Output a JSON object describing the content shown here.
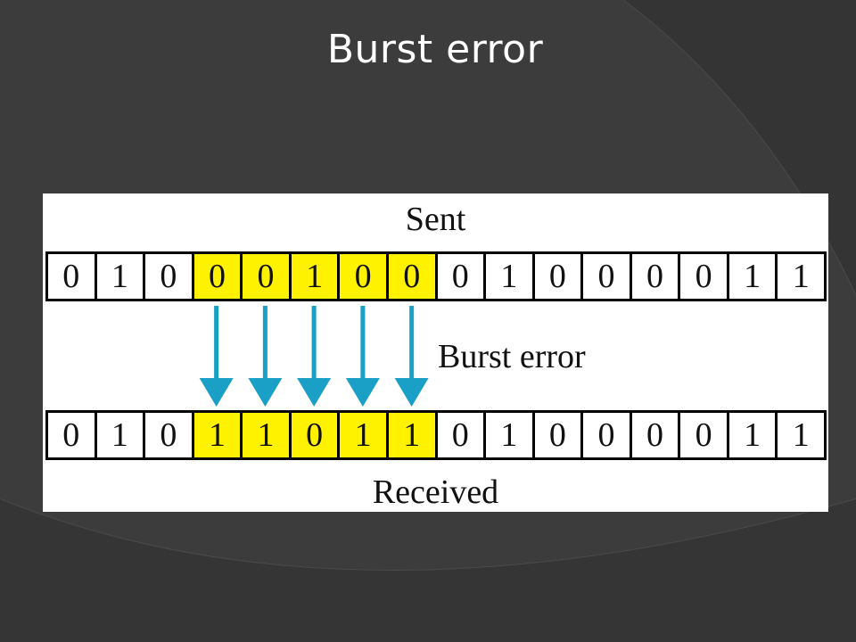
{
  "slide": {
    "title": "Burst error"
  },
  "figure": {
    "sent_label": "Sent",
    "received_label": "Received",
    "burst_label": "Burst error",
    "sent_bits": [
      "0",
      "1",
      "0",
      "0",
      "0",
      "1",
      "0",
      "0",
      "0",
      "1",
      "0",
      "0",
      "0",
      "0",
      "1",
      "1"
    ],
    "received_bits": [
      "0",
      "1",
      "0",
      "1",
      "1",
      "0",
      "1",
      "1",
      "0",
      "1",
      "0",
      "0",
      "0",
      "0",
      "1",
      "1"
    ],
    "burst_bit_indices": [
      3,
      4,
      5,
      6,
      7
    ],
    "colors": {
      "highlight": "#fff200",
      "arrow": "#1aa0c6",
      "background": "#3c3c3c",
      "panel": "#ffffff"
    }
  }
}
